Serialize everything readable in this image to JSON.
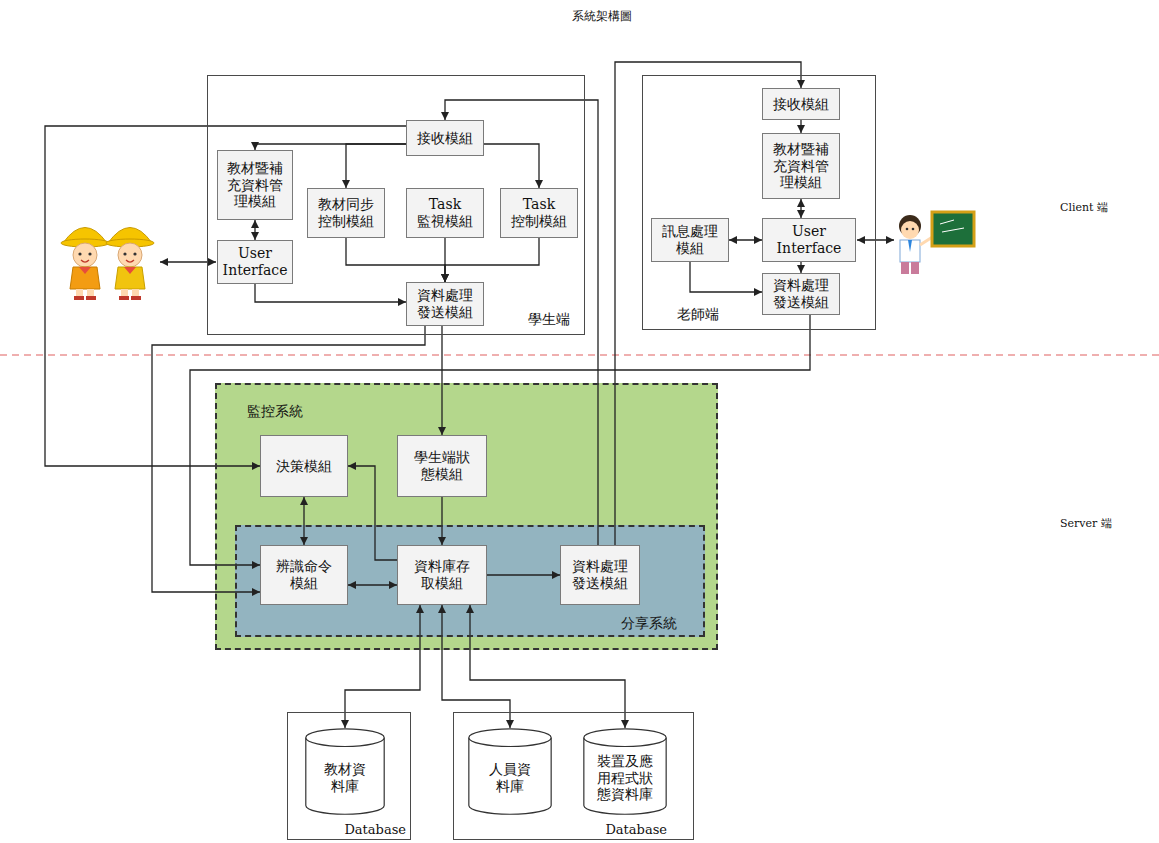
{
  "diagram": {
    "title": "系統架構圖",
    "nodes": [
      {
        "text": [
          "學生端"
        ]
      },
      {
        "text": [
          "接收模組"
        ],
        "in": 0
      },
      {
        "text": [
          "教材暨補充資料管理模組"
        ],
        "in": 0
      },
      {
        "text": [
          "教材同步控制模組"
        ],
        "in": 0
      },
      {
        "text": [
          "Task 監視模組"
        ],
        "in": 0
      },
      {
        "text": [
          "Task 控制模組"
        ],
        "in": 0
      },
      {
        "text": [
          "User Interface"
        ],
        "in": 0
      },
      {
        "text": [
          "資料處理發送模組"
        ],
        "in": 0
      },
      {
        "text": [
          "老師端"
        ]
      },
      {
        "text": [
          "接收模組"
        ],
        "in": 8
      },
      {
        "text": [
          "教材暨補充資料管理模組"
        ],
        "in": 8
      },
      {
        "text": [
          "訊息處理模組"
        ],
        "in": 8
      },
      {
        "text": [
          "User Interface"
        ],
        "in": 8
      },
      {
        "text": [
          "資料處理發送模組"
        ],
        "in": 8
      },
      {
        "text": [
          "監控系統"
        ]
      },
      {
        "text": [
          "決策模組"
        ],
        "in": 14
      },
      {
        "text": [
          "學生端狀態模組"
        ],
        "in": 14
      },
      {
        "text": [
          "分享系統"
        ],
        "in": 14
      },
      {
        "text": [
          "辨識命令模組"
        ],
        "in": 17
      },
      {
        "text": [
          "資料庫存取模組"
        ],
        "in": 17
      },
      {
        "text": [
          "資料處理發送模組"
        ],
        "in": 17
      },
      {
        "text": [
          "Database"
        ]
      },
      {
        "text": [
          "教材資料庫"
        ],
        "in": 21
      },
      {
        "text": [
          "Database"
        ]
      },
      {
        "text": [
          "人員資料庫"
        ],
        "in": 23
      },
      {
        "text": [
          "裝置及應用程式狀態資料庫"
        ],
        "in": 23
      }
    ],
    "edges": [
      {
        "from": 1,
        "to": 2,
        "arrow": "to"
      },
      {
        "from": 1,
        "to": 3,
        "arrow": "to"
      },
      {
        "from": 1,
        "to": 5,
        "arrow": "to"
      },
      {
        "from": 2,
        "to": 6,
        "arrow": "both"
      },
      {
        "from": 3,
        "to": 7,
        "arrow": "to"
      },
      {
        "from": 4,
        "to": 7,
        "arrow": "to"
      },
      {
        "from": 5,
        "to": 7,
        "arrow": "to"
      },
      {
        "from": 6,
        "to": 7,
        "arrow": "to"
      },
      {
        "from": 9,
        "to": 10,
        "arrow": "to"
      },
      {
        "from": 10,
        "to": 12,
        "arrow": "both"
      },
      {
        "from": 11,
        "to": 12,
        "arrow": "both"
      },
      {
        "from": 12,
        "to": 13,
        "arrow": "to"
      },
      {
        "from": 11,
        "to": 13,
        "arrow": "to"
      },
      {
        "from": 7,
        "to": 16,
        "arrow": "to"
      },
      {
        "from": 16,
        "to": 19,
        "arrow": "to"
      },
      {
        "from": 15,
        "to": 18,
        "arrow": "both"
      },
      {
        "from": 18,
        "to": 19,
        "arrow": "both"
      },
      {
        "from": 19,
        "to": 15,
        "arrow": "to"
      },
      {
        "from": 19,
        "to": 20,
        "arrow": "to"
      },
      {
        "from": 20,
        "to": 1,
        "arrow": "to"
      },
      {
        "from": 20,
        "to": 9,
        "arrow": "to"
      },
      {
        "from": 1,
        "to": 15,
        "arrow": "to"
      },
      {
        "from": 7,
        "to": 18,
        "arrow": "to"
      },
      {
        "from": 13,
        "to": 18,
        "arrow": "to"
      },
      {
        "from": 19,
        "to": 22,
        "arrow": "both"
      },
      {
        "from": 19,
        "to": 24,
        "arrow": "both"
      },
      {
        "from": 19,
        "to": 25,
        "arrow": "both"
      }
    ],
    "labels": [
      "Client 端",
      "Server 端"
    ]
  }
}
